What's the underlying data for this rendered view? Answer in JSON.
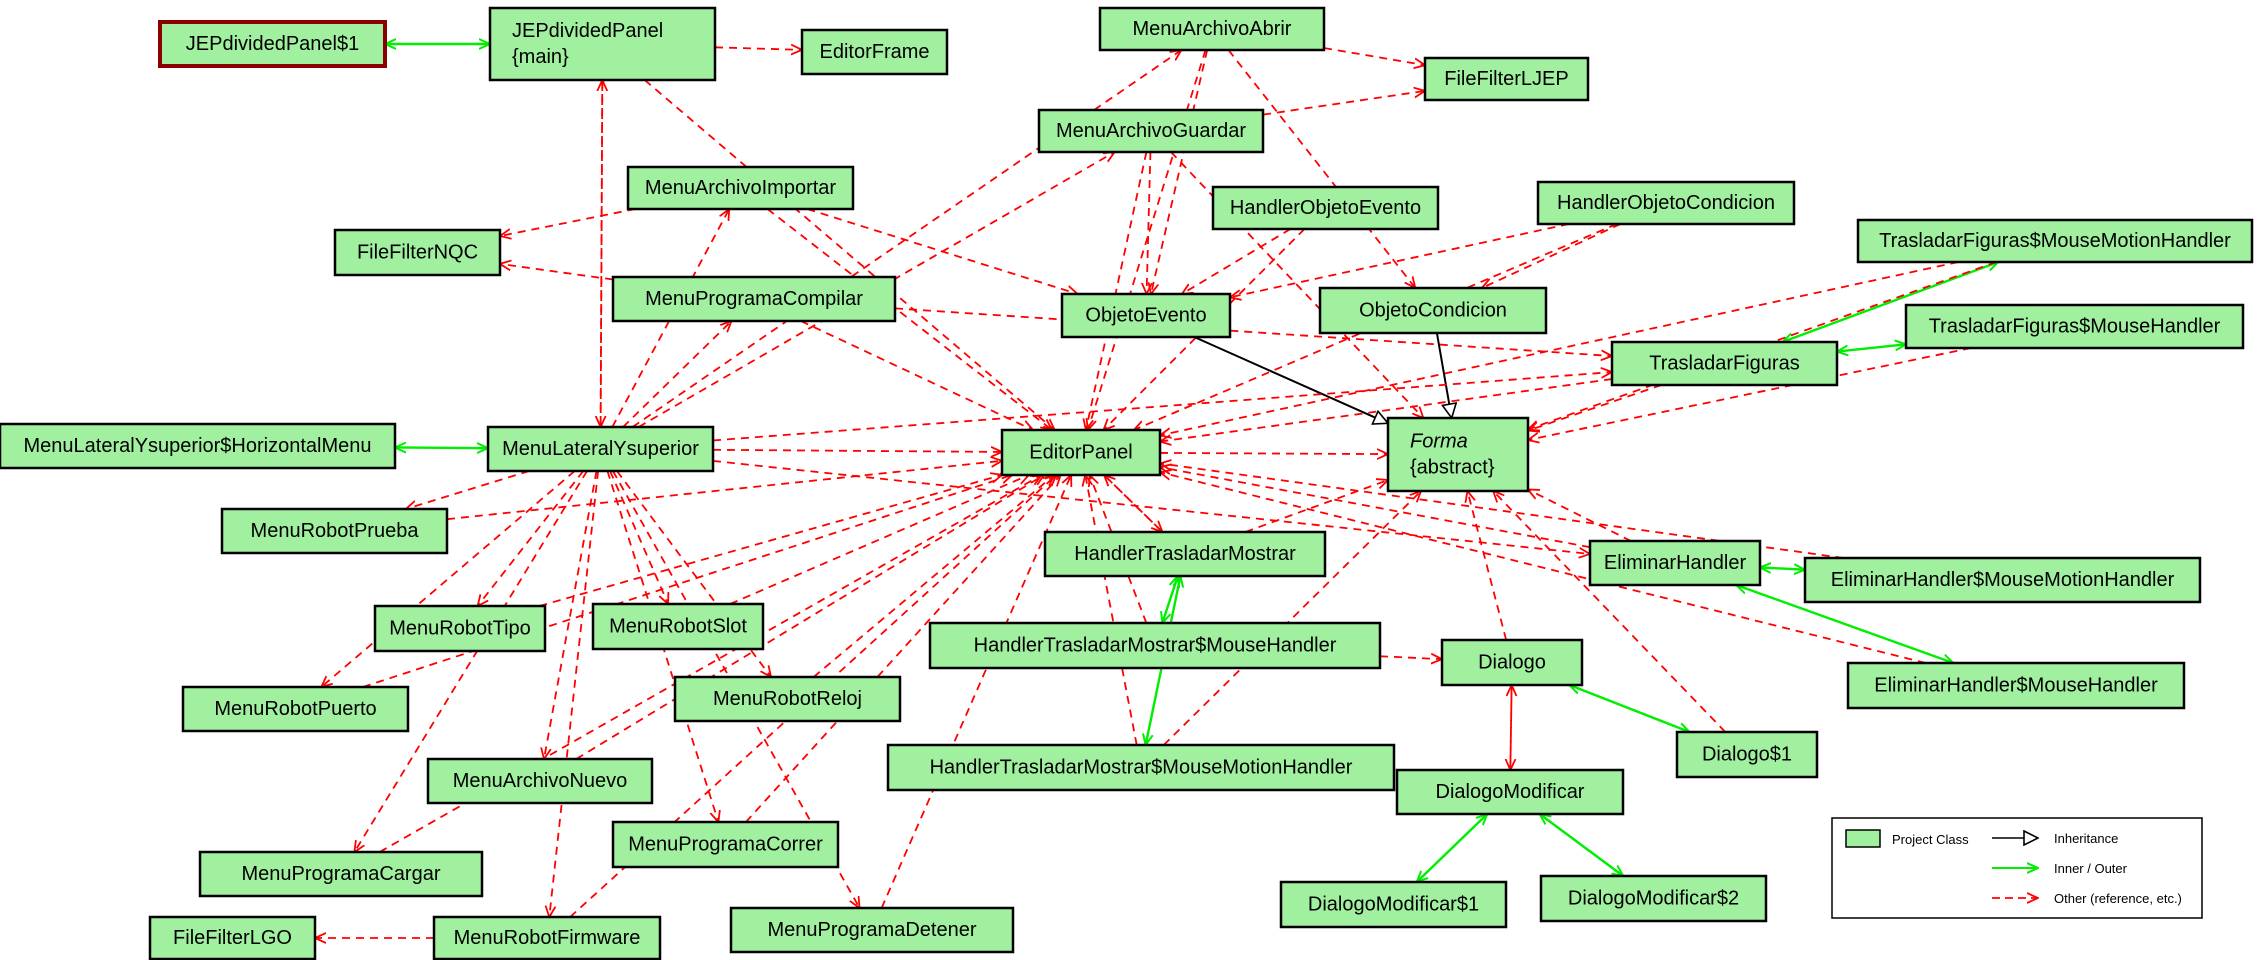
{
  "nodes": [
    {
      "id": "jepdp1",
      "lines": [
        "JEPdividedPanel$1"
      ],
      "selected": true
    },
    {
      "id": "jepdpmain",
      "lines": [
        "JEPdividedPanel",
        "{main}"
      ]
    },
    {
      "id": "editorframe",
      "lines": [
        "EditorFrame"
      ]
    },
    {
      "id": "menuarchivoabrir",
      "lines": [
        "MenuArchivoAbrir"
      ]
    },
    {
      "id": "filefilterljep",
      "lines": [
        "FileFilterLJEP"
      ]
    },
    {
      "id": "menuarchivoguardar",
      "lines": [
        "MenuArchivoGuardar"
      ]
    },
    {
      "id": "menuarchivoimportar",
      "lines": [
        "MenuArchivoImportar"
      ]
    },
    {
      "id": "handlerobjetoevento",
      "lines": [
        "HandlerObjetoEvento"
      ]
    },
    {
      "id": "handlerobjetocondicion",
      "lines": [
        "HandlerObjetoCondicion"
      ]
    },
    {
      "id": "trasladarmousemotion",
      "lines": [
        "TrasladarFiguras$MouseMotionHandler"
      ]
    },
    {
      "id": "filefilternqc",
      "lines": [
        "FileFilterNQC"
      ]
    },
    {
      "id": "menuprogramacompilar",
      "lines": [
        "MenuProgramaCompilar"
      ]
    },
    {
      "id": "objetoevento",
      "lines": [
        "ObjetoEvento"
      ]
    },
    {
      "id": "objetocondicion",
      "lines": [
        "ObjetoCondicion"
      ]
    },
    {
      "id": "trasladarmousehandler",
      "lines": [
        "TrasladarFiguras$MouseHandler"
      ]
    },
    {
      "id": "trasladarfiguras",
      "lines": [
        "TrasladarFiguras"
      ]
    },
    {
      "id": "menulateralhorizontal",
      "lines": [
        "MenuLateralYsuperior$HorizontalMenu"
      ]
    },
    {
      "id": "menulateral",
      "lines": [
        "MenuLateralYsuperior"
      ]
    },
    {
      "id": "editorpanel",
      "lines": [
        "EditorPanel"
      ]
    },
    {
      "id": "forma",
      "lines": [
        "Forma",
        "{abstract}"
      ],
      "italic_first": true
    },
    {
      "id": "menurobotprueba",
      "lines": [
        "MenuRobotPrueba"
      ]
    },
    {
      "id": "handlertrasladarmostrar",
      "lines": [
        "HandlerTrasladarMostrar"
      ]
    },
    {
      "id": "eliminarhandler",
      "lines": [
        "EliminarHandler"
      ]
    },
    {
      "id": "eliminarmousemotion",
      "lines": [
        "EliminarHandler$MouseMotionHandler"
      ]
    },
    {
      "id": "menurobottipo",
      "lines": [
        "MenuRobotTipo"
      ]
    },
    {
      "id": "menurobotslot",
      "lines": [
        "MenuRobotSlot"
      ]
    },
    {
      "id": "htmmousehandler",
      "lines": [
        "HandlerTrasladarMostrar$MouseHandler"
      ]
    },
    {
      "id": "dialogo",
      "lines": [
        "Dialogo"
      ]
    },
    {
      "id": "eliminarmousehandler",
      "lines": [
        "EliminarHandler$MouseHandler"
      ]
    },
    {
      "id": "menurobotpuerto",
      "lines": [
        "MenuRobotPuerto"
      ]
    },
    {
      "id": "menurobotreloj",
      "lines": [
        "MenuRobotReloj"
      ]
    },
    {
      "id": "dialogo1",
      "lines": [
        "Dialogo$1"
      ]
    },
    {
      "id": "htmmousemotion",
      "lines": [
        "HandlerTrasladarMostrar$MouseMotionHandler"
      ]
    },
    {
      "id": "menuarchivonuevo",
      "lines": [
        "MenuArchivoNuevo"
      ]
    },
    {
      "id": "dialogomodificar",
      "lines": [
        "DialogoModificar"
      ]
    },
    {
      "id": "menuprogramacorrer",
      "lines": [
        "MenuProgramaCorrer"
      ]
    },
    {
      "id": "menuprogramacargar",
      "lines": [
        "MenuProgramaCargar"
      ]
    },
    {
      "id": "dialogomodificar1",
      "lines": [
        "DialogoModificar$1"
      ]
    },
    {
      "id": "dialogomodificar2",
      "lines": [
        "DialogoModificar$2"
      ]
    },
    {
      "id": "filefilterlgo",
      "lines": [
        "FileFilterLGO"
      ]
    },
    {
      "id": "menurobotfirmware",
      "lines": [
        "MenuRobotFirmware"
      ]
    },
    {
      "id": "menuprogramadetener",
      "lines": [
        "MenuProgramaDetener"
      ]
    }
  ],
  "edges": [
    {
      "from": "jepdp1",
      "to": "jepdpmain",
      "kind": "inner"
    },
    {
      "from": "jepdpmain",
      "to": "editorframe",
      "kind": "other"
    },
    {
      "from": "jepdpmain",
      "to": "menulateral",
      "kind": "other"
    },
    {
      "from": "jepdpmain",
      "to": "editorpanel",
      "kind": "other"
    },
    {
      "from": "menuarchivoabrir",
      "to": "filefilterljep",
      "kind": "other"
    },
    {
      "from": "menuarchivoabrir",
      "to": "editorpanel",
      "kind": "other"
    },
    {
      "from": "menuarchivoabrir",
      "to": "objetoevento",
      "kind": "other"
    },
    {
      "from": "menuarchivoabrir",
      "to": "objetocondicion",
      "kind": "other"
    },
    {
      "from": "menuarchivoguardar",
      "to": "filefilterljep",
      "kind": "other"
    },
    {
      "from": "menuarchivoguardar",
      "to": "editorpanel",
      "kind": "other"
    },
    {
      "from": "menuarchivoguardar",
      "to": "forma",
      "kind": "other"
    },
    {
      "from": "menuarchivoguardar",
      "to": "objetoevento",
      "kind": "other"
    },
    {
      "from": "menuarchivoimportar",
      "to": "filefilternqc",
      "kind": "other"
    },
    {
      "from": "menuarchivoimportar",
      "to": "editorpanel",
      "kind": "other"
    },
    {
      "from": "menuarchivoimportar",
      "to": "objetoevento",
      "kind": "other"
    },
    {
      "from": "handlerobjetoevento",
      "to": "objetoevento",
      "kind": "other"
    },
    {
      "from": "handlerobjetoevento",
      "to": "editorpanel",
      "kind": "other"
    },
    {
      "from": "handlerobjetocondicion",
      "to": "objetocondicion",
      "kind": "other"
    },
    {
      "from": "handlerobjetocondicion",
      "to": "objetoevento",
      "kind": "other"
    },
    {
      "from": "handlerobjetocondicion",
      "to": "editorpanel",
      "kind": "other"
    },
    {
      "from": "trasladarmousemotion",
      "to": "trasladarfiguras",
      "kind": "inner"
    },
    {
      "from": "trasladarmousemotion",
      "to": "editorpanel",
      "kind": "other"
    },
    {
      "from": "trasladarmousemotion",
      "to": "forma",
      "kind": "other"
    },
    {
      "from": "trasladarmousehandler",
      "to": "trasladarfiguras",
      "kind": "inner"
    },
    {
      "from": "trasladarmousehandler",
      "to": "forma",
      "kind": "other"
    },
    {
      "from": "trasladarfiguras",
      "to": "editorpanel",
      "kind": "other"
    },
    {
      "from": "trasladarfiguras",
      "to": "forma",
      "kind": "other"
    },
    {
      "from": "menuprogramacompilar",
      "to": "filefilternqc",
      "kind": "other"
    },
    {
      "from": "menuprogramacompilar",
      "to": "editorpanel",
      "kind": "other"
    },
    {
      "from": "menuprogramacompilar",
      "to": "trasladarfiguras",
      "kind": "other"
    },
    {
      "from": "objetoevento",
      "to": "forma",
      "kind": "inherit"
    },
    {
      "from": "objetocondicion",
      "to": "forma",
      "kind": "inherit"
    },
    {
      "from": "menulateralhorizontal",
      "to": "menulateral",
      "kind": "inner"
    },
    {
      "from": "menulateral",
      "to": "jepdpmain",
      "kind": "other"
    },
    {
      "from": "menulateral",
      "to": "editorpanel",
      "kind": "other"
    },
    {
      "from": "menulateral",
      "to": "menuarchivoabrir",
      "kind": "other"
    },
    {
      "from": "menulateral",
      "to": "menuarchivoguardar",
      "kind": "other"
    },
    {
      "from": "menulateral",
      "to": "menuarchivoimportar",
      "kind": "other"
    },
    {
      "from": "menulateral",
      "to": "menuprogramacompilar",
      "kind": "other"
    },
    {
      "from": "menulateral",
      "to": "trasladarfiguras",
      "kind": "other"
    },
    {
      "from": "menulateral",
      "to": "eliminarhandler",
      "kind": "other"
    },
    {
      "from": "menulateral",
      "to": "menurobotprueba",
      "kind": "other"
    },
    {
      "from": "menulateral",
      "to": "menurobottipo",
      "kind": "other"
    },
    {
      "from": "menulateral",
      "to": "menurobotslot",
      "kind": "other"
    },
    {
      "from": "menulateral",
      "to": "menurobotpuerto",
      "kind": "other"
    },
    {
      "from": "menulateral",
      "to": "menurobotreloj",
      "kind": "other"
    },
    {
      "from": "menulateral",
      "to": "menuarchivonuevo",
      "kind": "other"
    },
    {
      "from": "menulateral",
      "to": "menuprogramacorrer",
      "kind": "other"
    },
    {
      "from": "menulateral",
      "to": "menuprogramacargar",
      "kind": "other"
    },
    {
      "from": "menulateral",
      "to": "menurobotfirmware",
      "kind": "other"
    },
    {
      "from": "menulateral",
      "to": "menuprogramadetener",
      "kind": "other"
    },
    {
      "from": "editorpanel",
      "to": "forma",
      "kind": "other"
    },
    {
      "from": "editorpanel",
      "to": "handlertrasladarmostrar",
      "kind": "other"
    },
    {
      "from": "menurobotprueba",
      "to": "editorpanel",
      "kind": "other"
    },
    {
      "from": "menurobottipo",
      "to": "editorpanel",
      "kind": "other"
    },
    {
      "from": "menurobotslot",
      "to": "editorpanel",
      "kind": "other"
    },
    {
      "from": "menurobotpuerto",
      "to": "editorpanel",
      "kind": "other"
    },
    {
      "from": "menurobotreloj",
      "to": "editorpanel",
      "kind": "other"
    },
    {
      "from": "menuarchivonuevo",
      "to": "editorpanel",
      "kind": "other"
    },
    {
      "from": "menuprogramacorrer",
      "to": "editorpanel",
      "kind": "other"
    },
    {
      "from": "menuprogramacargar",
      "to": "editorpanel",
      "kind": "other"
    },
    {
      "from": "menuprogramadetener",
      "to": "editorpanel",
      "kind": "other"
    },
    {
      "from": "menurobotfirmware",
      "to": "filefilterlgo",
      "kind": "other"
    },
    {
      "from": "menurobotfirmware",
      "to": "editorpanel",
      "kind": "other"
    },
    {
      "from": "handlertrasladarmostrar",
      "to": "editorpanel",
      "kind": "other"
    },
    {
      "from": "handlertrasladarmostrar",
      "to": "forma",
      "kind": "other"
    },
    {
      "from": "htmmousehandler",
      "to": "handlertrasladarmostrar",
      "kind": "inner"
    },
    {
      "from": "htmmousehandler",
      "to": "dialogo",
      "kind": "other"
    },
    {
      "from": "htmmousehandler",
      "to": "editorpanel",
      "kind": "other"
    },
    {
      "from": "htmmousemotion",
      "to": "handlertrasladarmostrar",
      "kind": "inner"
    },
    {
      "from": "htmmousemotion",
      "to": "editorpanel",
      "kind": "other"
    },
    {
      "from": "htmmousemotion",
      "to": "forma",
      "kind": "other"
    },
    {
      "from": "eliminarhandler",
      "to": "editorpanel",
      "kind": "other"
    },
    {
      "from": "eliminarhandler",
      "to": "forma",
      "kind": "other"
    },
    {
      "from": "eliminarmousemotion",
      "to": "eliminarhandler",
      "kind": "inner"
    },
    {
      "from": "eliminarmousemotion",
      "to": "editorpanel",
      "kind": "other"
    },
    {
      "from": "eliminarmousehandler",
      "to": "eliminarhandler",
      "kind": "inner"
    },
    {
      "from": "eliminarmousehandler",
      "to": "editorpanel",
      "kind": "other"
    },
    {
      "from": "dialogo",
      "to": "forma",
      "kind": "other"
    },
    {
      "from": "dialogo",
      "to": "dialogomodificar",
      "kind": "other"
    },
    {
      "from": "dialogomodificar",
      "to": "dialogo",
      "kind": "other"
    },
    {
      "from": "dialogo1",
      "to": "dialogo",
      "kind": "inner"
    },
    {
      "from": "dialogo1",
      "to": "forma",
      "kind": "other"
    },
    {
      "from": "dialogomodificar1",
      "to": "dialogomodificar",
      "kind": "inner"
    },
    {
      "from": "dialogomodificar2",
      "to": "dialogomodificar",
      "kind": "inner"
    }
  ],
  "legend": {
    "project_class": "Project Class",
    "inheritance": "Inheritance",
    "inner_outer": "Inner / Outer",
    "other": "Other (reference, etc.)"
  },
  "colors": {
    "node_fill": "#a0f0a0",
    "other": "#ff0000",
    "inner": "#00ee00",
    "inherit": "#000000"
  }
}
